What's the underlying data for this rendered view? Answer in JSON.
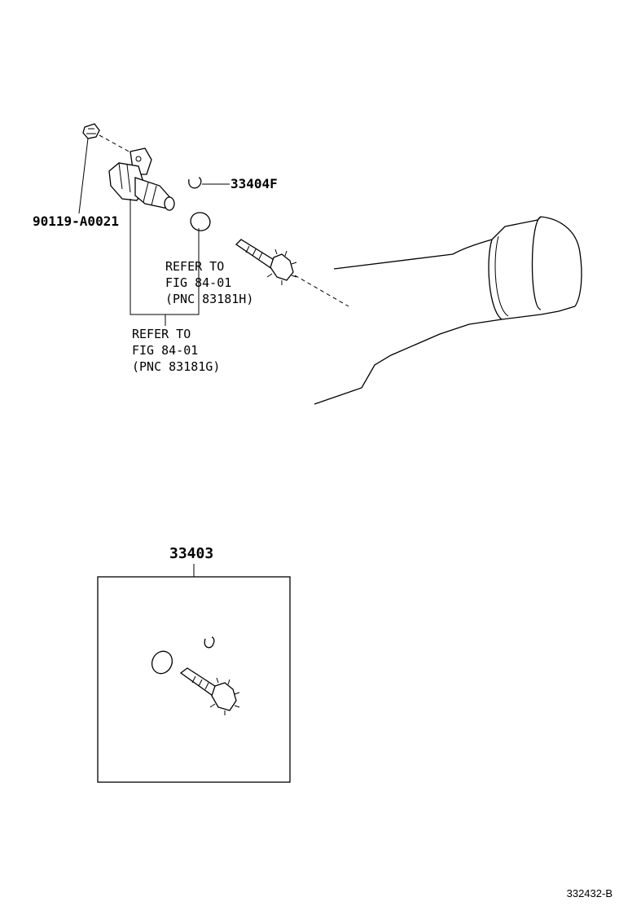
{
  "parts": {
    "bolt_part_number": "90119-A0021",
    "clip_part_number": "33404F",
    "kit_part_number": "33403"
  },
  "references": {
    "ref_h": {
      "line1": "REFER TO",
      "line2": "FIG 84-01",
      "line3": "(PNC 83181H)"
    },
    "ref_g": {
      "line1": "REFER TO",
      "line2": "FIG 84-01",
      "line3": "(PNC 83181G)"
    }
  },
  "footer": {
    "diagram_code": "332432-B"
  }
}
